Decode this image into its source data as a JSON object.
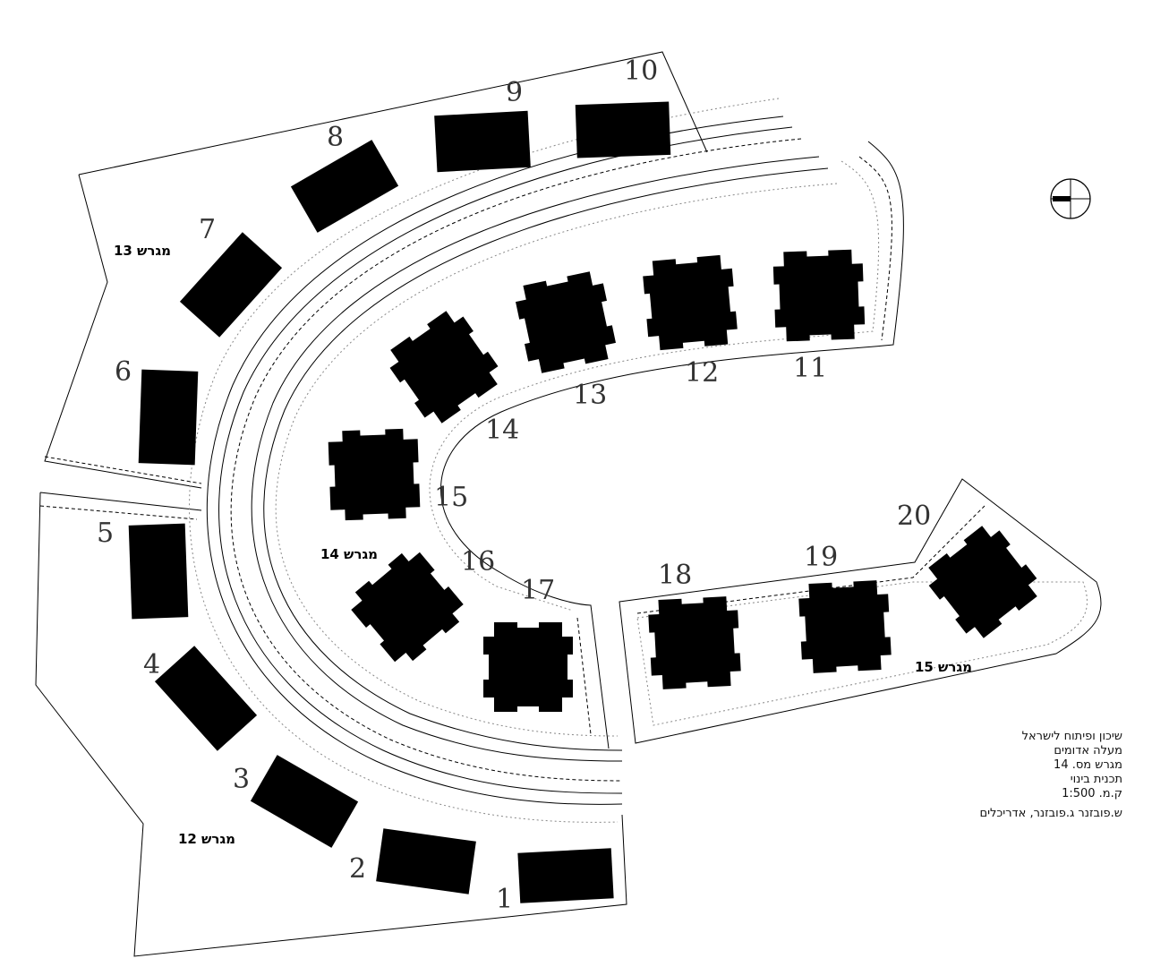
{
  "buildings": [
    {
      "label": "1"
    },
    {
      "label": "2"
    },
    {
      "label": "3"
    },
    {
      "label": "4"
    },
    {
      "label": "5"
    },
    {
      "label": "6"
    },
    {
      "label": "7"
    },
    {
      "label": "8"
    },
    {
      "label": "9"
    },
    {
      "label": "10"
    },
    {
      "label": "11"
    },
    {
      "label": "12"
    },
    {
      "label": "13"
    },
    {
      "label": "14"
    },
    {
      "label": "15"
    },
    {
      "label": "16"
    },
    {
      "label": "17"
    },
    {
      "label": "18"
    },
    {
      "label": "19"
    },
    {
      "label": "20"
    }
  ],
  "plots": {
    "plot_12": "מגרש 12",
    "plot_13": "מגרש 13",
    "plot_14": "מגרש 14",
    "plot_15": "מגרש 15"
  },
  "title_block": {
    "line1": "שיכון ופיתוח לישראל",
    "line2": "מעלה אדומים",
    "line3": "מגרש מס. 14",
    "line4": "תכנית בינוי",
    "line5": "ק.מ. 1:500",
    "line6": "ש.פובזנר ג.פובזנר, אדריכלים"
  },
  "north_arrow": {
    "icon": "north-arrow-icon"
  }
}
